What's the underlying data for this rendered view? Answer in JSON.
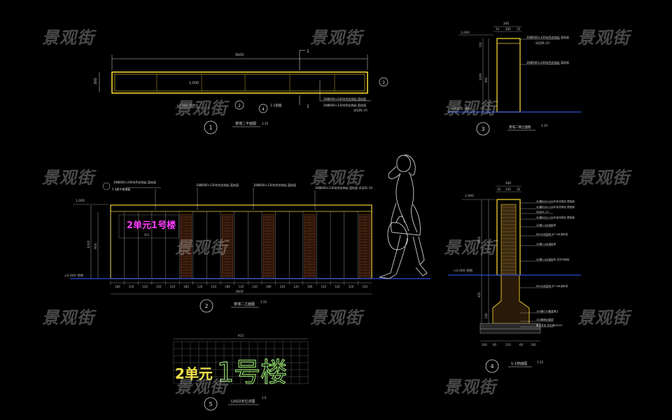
{
  "watermark": "景观街",
  "colors": {
    "background": "#000000",
    "wall": "#f2d230",
    "ground": "#2b4bd8",
    "dims": "#8a8a8a",
    "notes": "#d9d9d9",
    "logo_magenta": "#ff3cff",
    "logo_yellow": "#f2e24a",
    "logo_green": "#8fd96a",
    "brick": "#a0522d",
    "figure": "#cfcfcf"
  },
  "view1": {
    "number": "1",
    "title": "景墙二平面图",
    "scale": "1:15",
    "overall_dim": "3600",
    "height_dim": "300",
    "mid_dim": "1,000",
    "level": "±0.000 场地",
    "cut_marks": [
      "1",
      "1"
    ],
    "callouts": [
      "2",
      "3",
      "4"
    ],
    "callout_sub": "1-1剖面",
    "notes": [
      "30厚600×240灰色花岗岩 荔枝面",
      "30厚600×130灰色花岗岩 荔枝面",
      "详见DL-10"
    ]
  },
  "view2": {
    "number": "2",
    "title": "景墙二立面图",
    "scale": "1:15",
    "total_dim": "3600",
    "dims_bottom": [
      "180",
      "120",
      "120",
      "120",
      "120",
      "180",
      "120",
      "120",
      "180",
      "120",
      "120",
      "180",
      "120",
      "120",
      "180",
      "120",
      "120",
      "120",
      "120"
    ],
    "height_dims": [
      "1000",
      "900",
      "1,000"
    ],
    "top_level": "1,000",
    "ground_level": "±0.000 场地",
    "notes": [
      "30厚600×240灰色花岗岩 荔枝面",
      "30厚600×130灰色花岗岩 荔枝面",
      "30厚600×130灰色花岗岩 荔枝面",
      "30厚600×130灰色花岗岩 荔枝面 详见DL-10"
    ],
    "note_left": "5 4厚不锈钢板",
    "sign_text": "2单元1号楼",
    "sign_sub": "415"
  },
  "view3": {
    "number": "3",
    "title": "景墙二侧立面图",
    "scale": "1:15",
    "top_dims": [
      "300",
      "10",
      "280",
      "10"
    ],
    "level_top": "1,000",
    "level_ground": "±0.000 场地",
    "notes": [
      "30厚600×130灰色花岗岩 荔枝面",
      "详见DL-10",
      "30厚600×240灰色花岗岩 荔枝面"
    ],
    "height_dims": [
      "150",
      "1000",
      "900"
    ]
  },
  "view4": {
    "number": "4",
    "title": "1-1剖面图",
    "scale": "1:15",
    "top_dims": [
      "300",
      "30",
      "240",
      "30"
    ],
    "level_top": "1,000",
    "level_ground": "±0.000 场地",
    "notes": [
      "30厚600×240灰色花岗岩 荔枝面",
      "30厚600×130灰色花岗岩 荔枝面",
      "详见DL-10",
      "30厚600×130灰色花岗岩 荔枝面",
      "20厚1:2水泥砂浆",
      "MU10页岩砖 M7.5水泥砂浆",
      "20厚1:2水泥砂浆",
      "20厚1:2水泥砂浆 压光不起砂",
      "MU10页岩砖 M7.5水泥砂浆",
      "100厚C15素混凝土",
      "150厚碎石垫层",
      "素土夯实 压实度≥93%"
    ],
    "bottom_dims": [
      "100",
      "60",
      "120",
      "60",
      "100"
    ],
    "height_dims": [
      "1000",
      "450",
      "240"
    ]
  },
  "view5": {
    "number": "5",
    "title": "LOGO定位详图",
    "scale": "1:5",
    "width_dim": "915",
    "logo_text_prefix": "2单元",
    "logo_text_main": "1号楼"
  }
}
